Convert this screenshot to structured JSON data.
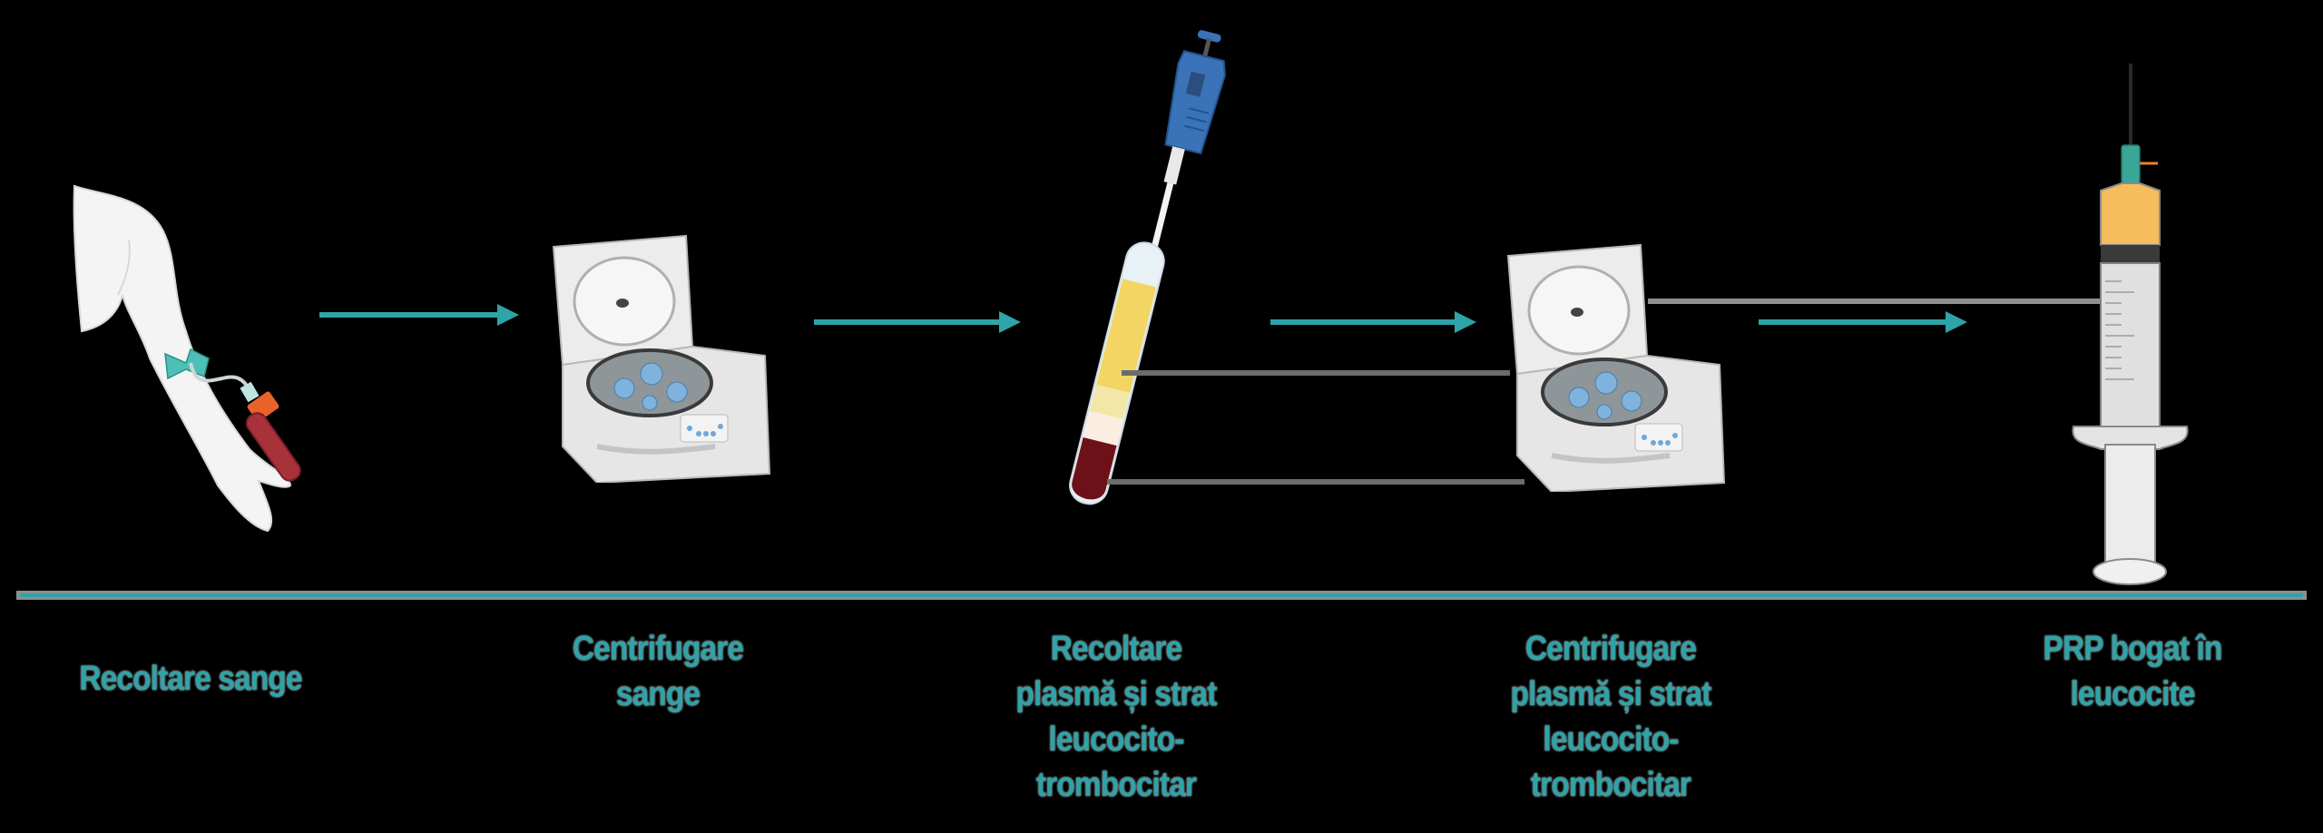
{
  "diagram": {
    "title": "PRP preparation workflow",
    "colors": {
      "accent": "#2ea3a8",
      "connector_grey": "#6a6d6d",
      "background": "#000000",
      "blood_red": "#a8323a",
      "plasma_yellow": "#f2d35a",
      "pipette_blue": "#3b73b9"
    },
    "steps": [
      {
        "label": "Recoltare sange",
        "icon": "arm-blood-draw-icon"
      },
      {
        "label": "Centrifugare sange",
        "icon": "centrifuge-icon"
      },
      {
        "label": "Recoltare plasmă și strat leucocito-trombocitar",
        "icon": "pipette-tube-icon"
      },
      {
        "label": "Centrifugare plasmă și strat leucocito-trombocitar",
        "icon": "centrifuge-icon"
      },
      {
        "label": "PRP bogat în leucocite",
        "icon": "syringe-icon"
      }
    ],
    "labels_lines": [
      [
        "Recoltare sange"
      ],
      [
        "Centrifugare",
        "sange"
      ],
      [
        "Recoltare",
        "plasmă și strat",
        "leucocito-",
        "trombocitar"
      ],
      [
        "Centrifugare",
        "plasmă și strat",
        "leucocito-",
        "trombocitar"
      ],
      [
        "PRP bogat în",
        "leucocite"
      ]
    ],
    "arrows_count": 4
  }
}
